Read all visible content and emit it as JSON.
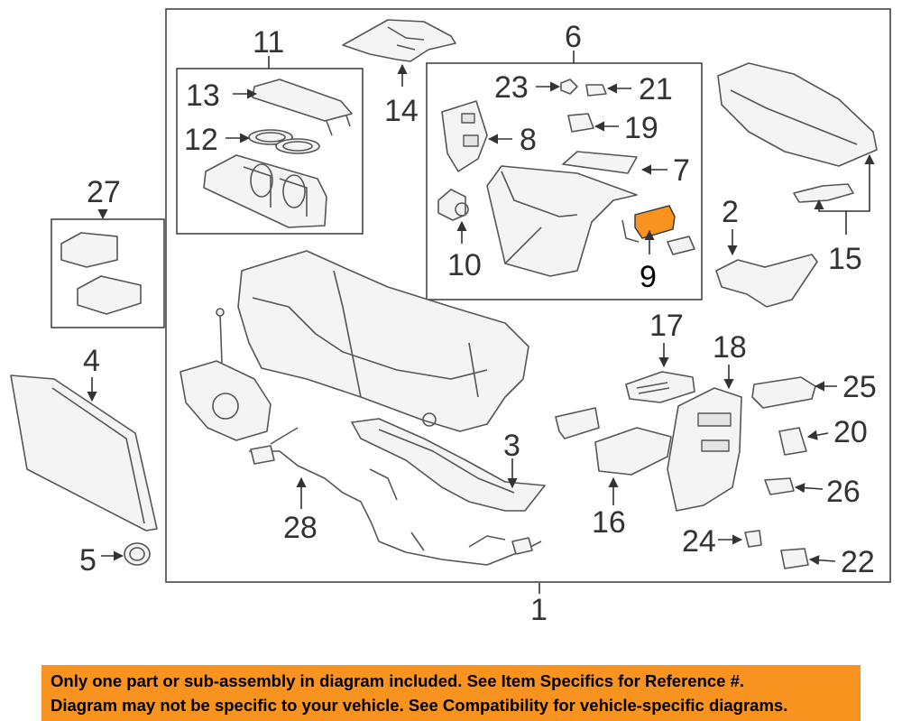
{
  "diagram": {
    "labels": {
      "p1": "1",
      "p2": "2",
      "p3": "3",
      "p4": "4",
      "p5": "5",
      "p6": "6",
      "p7": "7",
      "p8": "8",
      "p9": "9",
      "p10": "10",
      "p11": "11",
      "p12": "12",
      "p13": "13",
      "p14": "14",
      "p15": "15",
      "p16": "16",
      "p17": "17",
      "p18": "18",
      "p19": "19",
      "p20": "20",
      "p21": "21",
      "p22": "22",
      "p23": "23",
      "p24": "24",
      "p25": "25",
      "p26": "26",
      "p27": "27",
      "p28": "28"
    },
    "highlighted_part": "9",
    "highlight_color": "#f7931e"
  },
  "disclaimer": {
    "line1": "Only one part or sub-assembly in diagram included. See Item Specifics for Reference #.",
    "line2": "Diagram may not be specific to your vehicle. See Compatibility for vehicle-specific diagrams.",
    "background": "#f7931e"
  }
}
